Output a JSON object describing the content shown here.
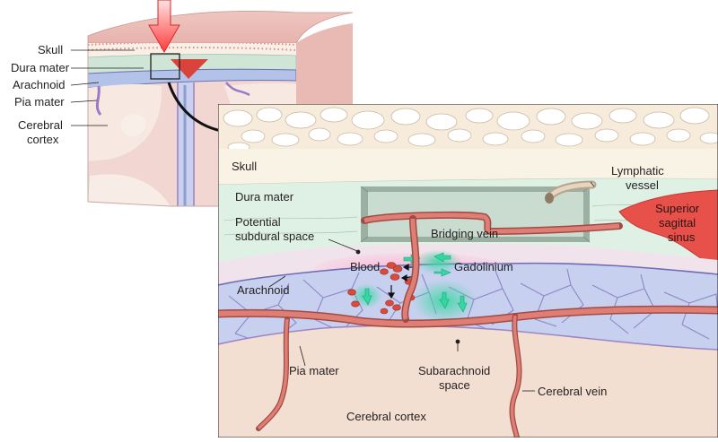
{
  "overview_labels": {
    "skull": "Skull",
    "dura": "Dura mater",
    "arachnoid": "Arachnoid",
    "pia": "Pia mater",
    "cortex_line1": "Cerebral",
    "cortex_line2": "cortex"
  },
  "detail_labels": {
    "skull": "Skull",
    "dura": "Dura mater",
    "potential_line1": "Potential",
    "potential_line2": "subdural space",
    "bridging_vein": "Bridging vein",
    "lymphatic_line1": "Lymphatic",
    "lymphatic_line2": "vessel",
    "sinus_line1": "Superior",
    "sinus_line2": "sagittal",
    "sinus_line3": "sinus",
    "blood": "Blood",
    "gadolinium": "Gadolinium",
    "arachnoid": "Arachnoid",
    "pia": "Pia mater",
    "subarachnoid_line1": "Subarachnoid",
    "subarachnoid_line2": "space",
    "cerebral_vein": "Cerebral vein",
    "cortex": "Cerebral cortex"
  },
  "colors": {
    "skull": "#f7ecdc",
    "dura": "#d9ece0",
    "arachnoid": "#b9c8ea",
    "cortex": "#f3ded2",
    "vessel": "#dc7c72",
    "blood": "#d94b3c",
    "gadolinium": "#2fd3a2",
    "sinus": "#e8504a",
    "arrow": "#ff4d4d"
  }
}
